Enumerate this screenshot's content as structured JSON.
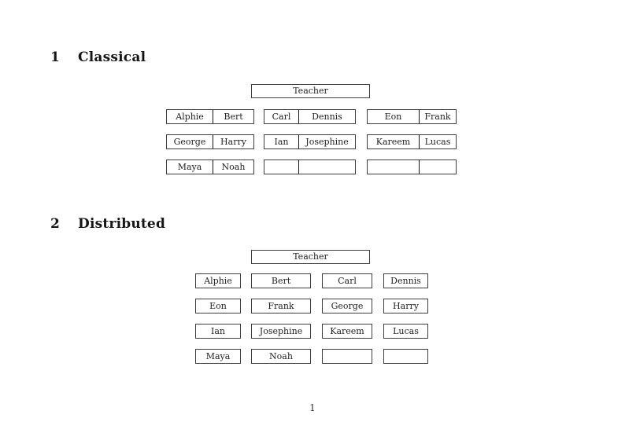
{
  "document": {
    "page_number": "1"
  },
  "classical": {
    "number": "1",
    "title": "Classical",
    "teacher_label": "Teacher",
    "rows": [
      [
        [
          "Alphie",
          "Bert"
        ],
        [
          "Carl",
          "Dennis"
        ],
        [
          "Eon",
          "Frank"
        ]
      ],
      [
        [
          "George",
          "Harry"
        ],
        [
          "Ian",
          "Josephine"
        ],
        [
          "Kareem",
          "Lucas"
        ]
      ],
      [
        [
          "Maya",
          "Noah"
        ],
        [
          "",
          ""
        ],
        [
          "",
          ""
        ]
      ]
    ]
  },
  "distributed": {
    "number": "2",
    "title": "Distributed",
    "teacher_label": "Teacher",
    "rows": [
      [
        "Alphie",
        "Bert",
        "Carl",
        "Dennis"
      ],
      [
        "Eon",
        "Frank",
        "George",
        "Harry"
      ],
      [
        "Ian",
        "Josephine",
        "Kareem",
        "Lucas"
      ],
      [
        "Maya",
        "Noah",
        "",
        ""
      ]
    ]
  }
}
